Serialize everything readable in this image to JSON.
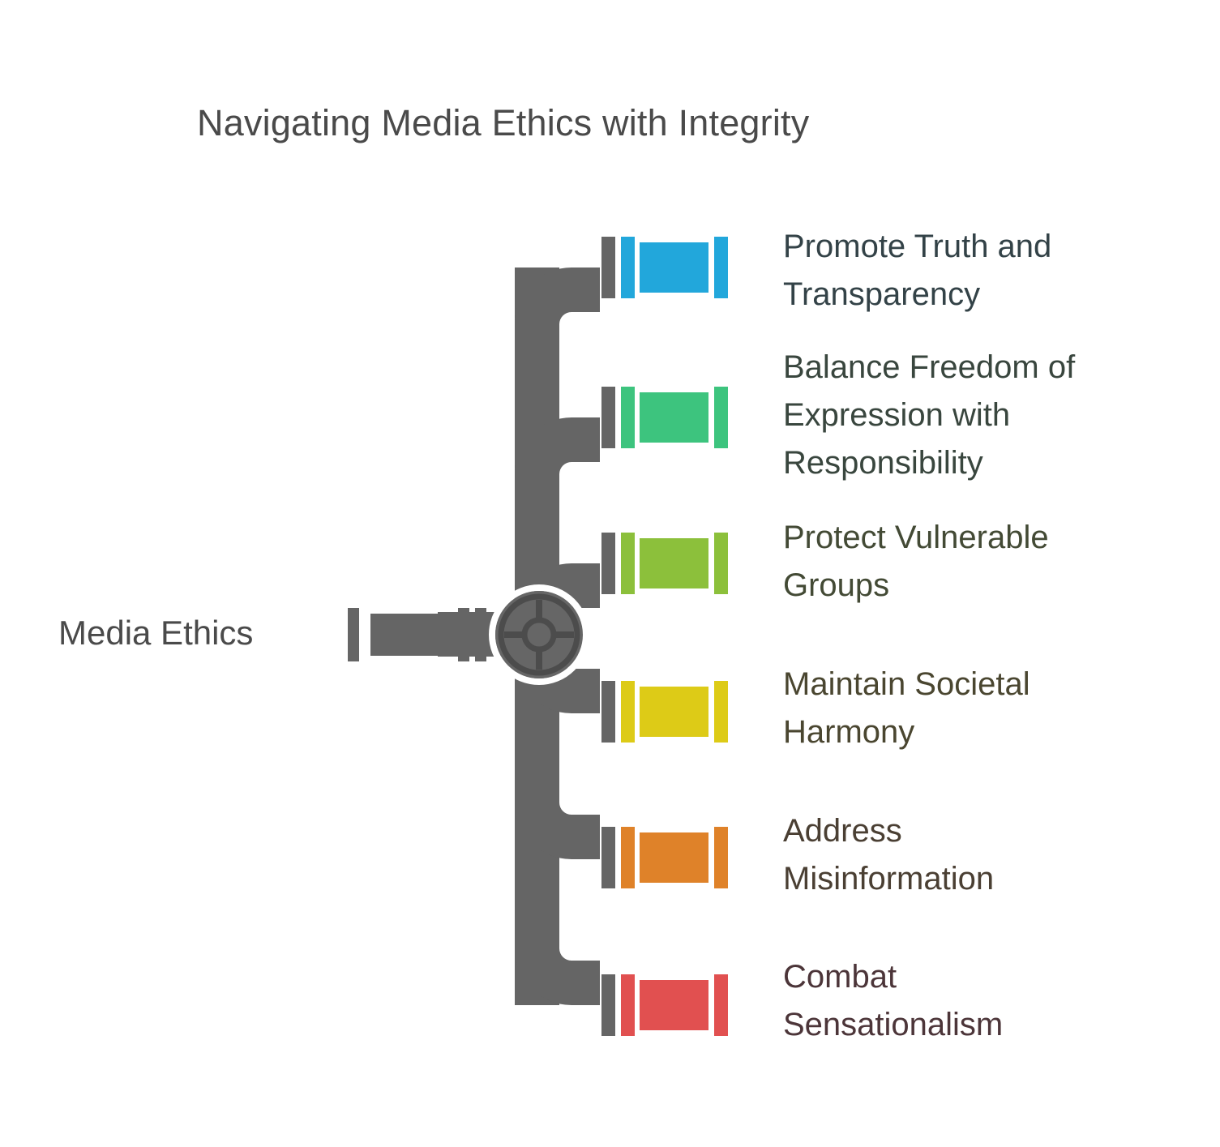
{
  "diagram": {
    "title": "Navigating Media Ethics with Integrity",
    "title_color": "#4a4a4a",
    "background_color": "#ffffff",
    "type": "pipe-valve-branch-diagram",
    "pipe_color": "#656565",
    "hub_icon": "valve-wheel-icon",
    "root": {
      "label": "Media Ethics",
      "color": "#4a4a4a"
    },
    "branches": [
      {
        "label_line1": "Promote Truth and",
        "label_line2": "Transparency",
        "color": "#22a7db",
        "text_color": "#334247"
      },
      {
        "label_line1": "Balance Freedom of",
        "label_line2": "Expression with",
        "label_line3": "Responsibility",
        "color": "#3dc47e",
        "text_color": "#39463e"
      },
      {
        "label_line1": "Protect Vulnerable",
        "label_line2": "Groups",
        "color": "#8cc03b",
        "text_color": "#434a35"
      },
      {
        "label_line1": "Maintain Societal",
        "label_line2": "Harmony",
        "color": "#ddcb17",
        "text_color": "#4a4630"
      },
      {
        "label_line1": "Address",
        "label_line2": "Misinformation",
        "color": "#df8229",
        "text_color": "#4a3f33"
      },
      {
        "label_line1": "Combat",
        "label_line2": "Sensationalism",
        "color": "#e15050",
        "text_color": "#4c3539"
      }
    ]
  }
}
